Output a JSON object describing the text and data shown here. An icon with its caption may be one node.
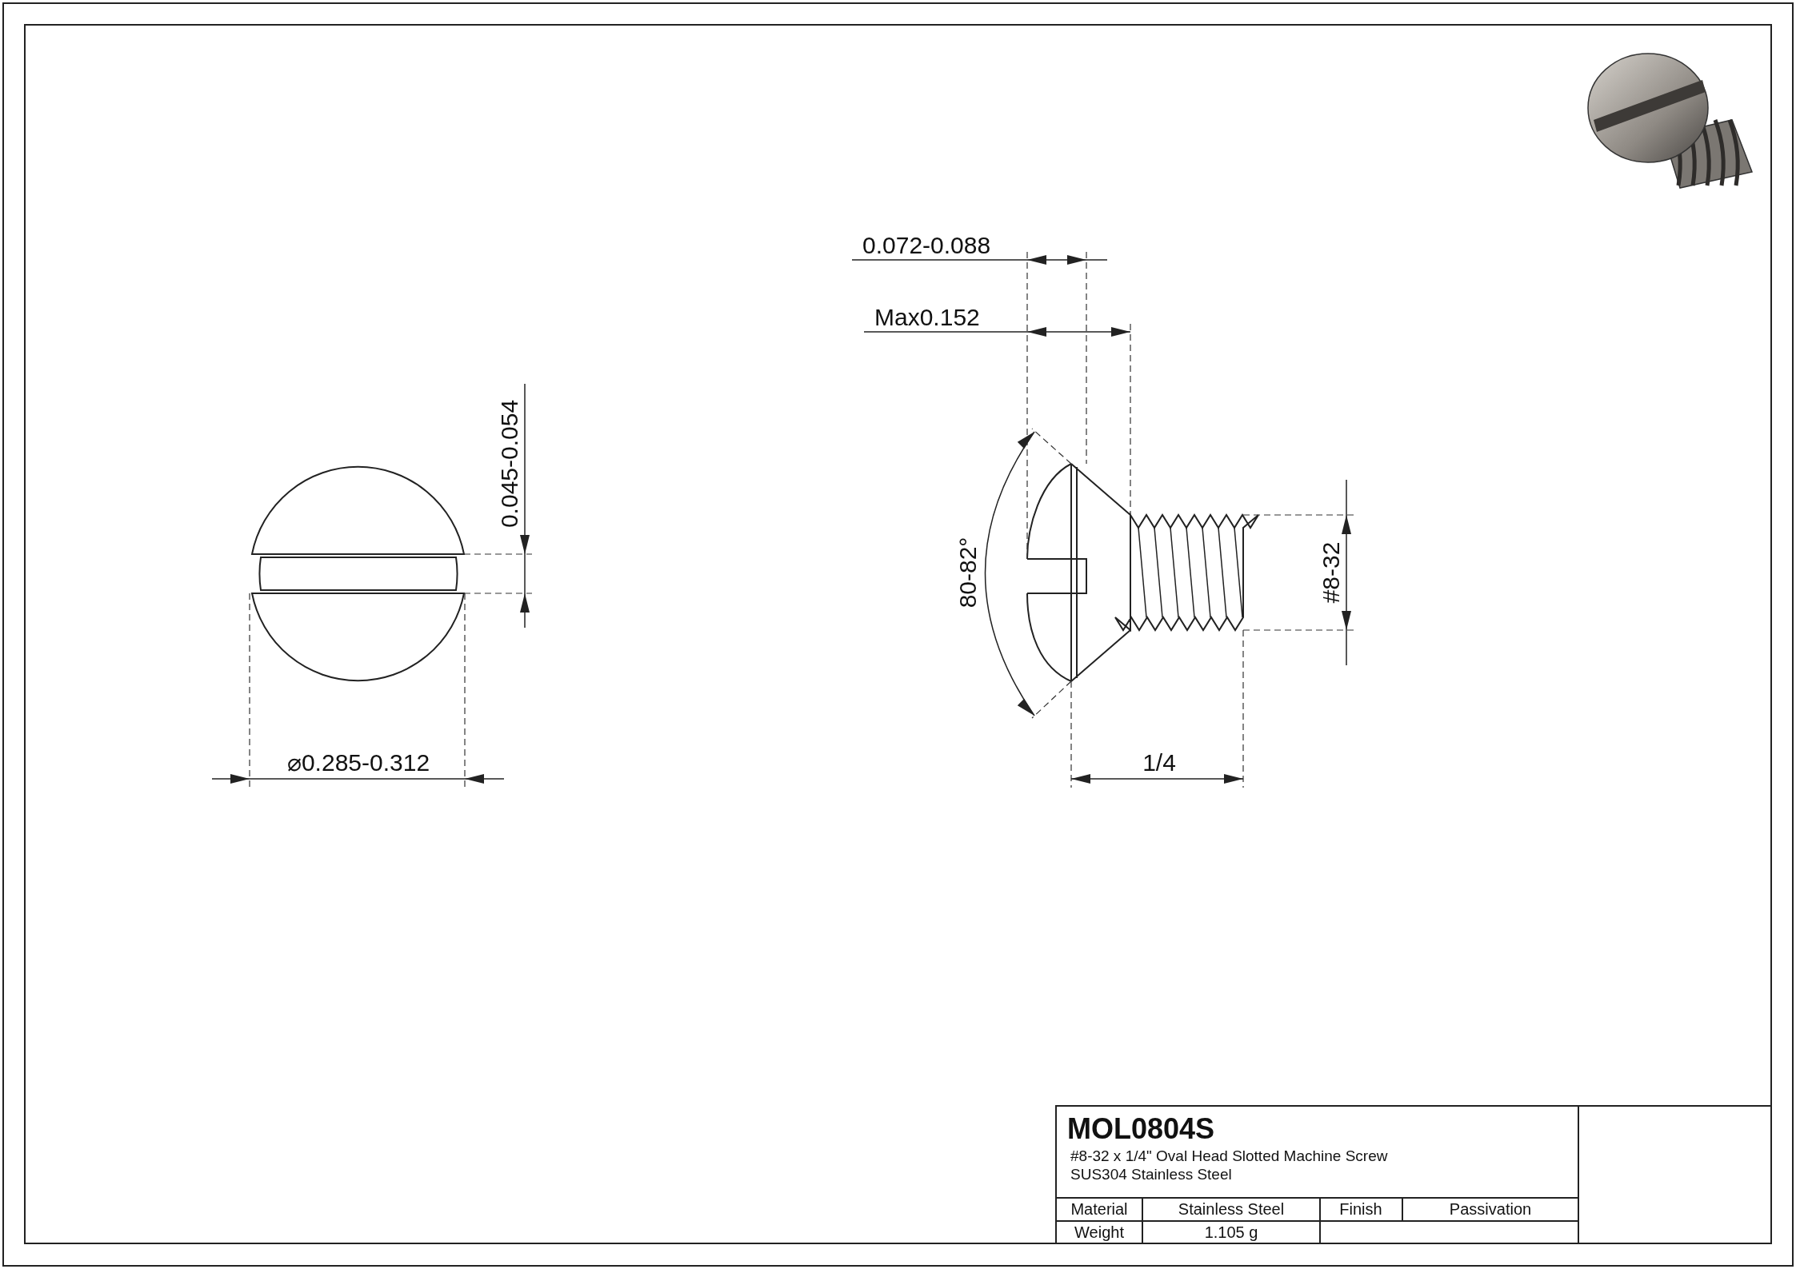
{
  "diagram": {
    "labels": [
      "0.072-0.088",
      "Max0.152",
      "0.045-0.054",
      "80-82°",
      "#8-32",
      "⌀0.285-0.312",
      "1/4",
      "MOL0804S",
      "#8-32 x 1/4\" Oval Head Slotted Machine Screw",
      "SUS304 Stainless Steel",
      "Material",
      "Stainless Steel",
      "Finish",
      "Passivation",
      "Weight",
      "1.105 g"
    ]
  }
}
